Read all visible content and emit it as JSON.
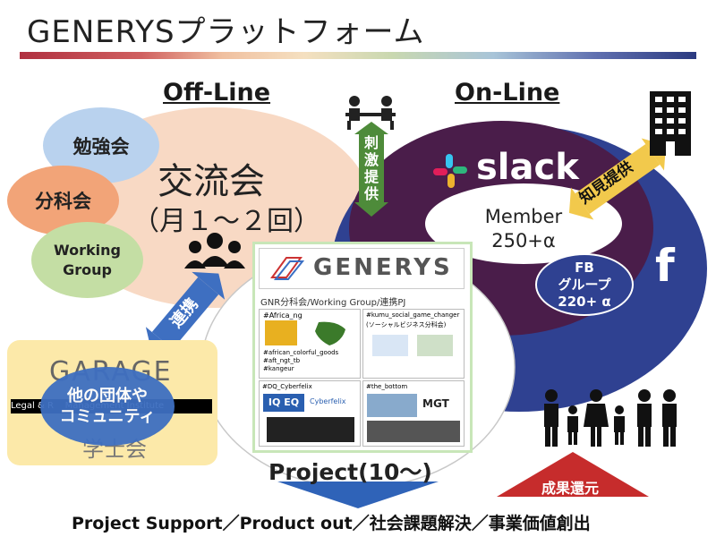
{
  "header": {
    "title": "GENERYSプラットフォーム"
  },
  "offline": {
    "heading": "Off-Line",
    "main": "交流会",
    "freq": "（月１～２回）",
    "study": "勉強会",
    "subcommittee": "分科会",
    "working_group": "Working\nGroup"
  },
  "online": {
    "heading": "On-Line",
    "slack": "slack",
    "member": "Member\n250+α",
    "fb": "FB\nグループ\n220+ α",
    "fb_letter": "f"
  },
  "arrows": {
    "stimulus": "刺\n激\n提\n供",
    "knowledge": "知見提供",
    "link": "連携",
    "result": "成果還元"
  },
  "external": {
    "garage": "GARAGE",
    "institute": "Legal & R    Management Institute",
    "gakushi": "学士会",
    "other": "他の団体や\nコミュニティ"
  },
  "card": {
    "logo": "GENERYS",
    "subtitle": "GNR分科会/Working Group/連携PJ",
    "p1_title": "#Africa_ng",
    "p1_text": "#african_colorful_goods\n#aft_ngt_tb\n#kangeur",
    "p2_title": "#kumu_social_game_changer",
    "p2_sub": "(ソーシャルビジネス分科会)",
    "p3_title": "#DQ_Cyberfelix",
    "p3_logo": "IQ EQ",
    "p3_brand": "Cyberfelix",
    "p4_title": "#the_bottom",
    "p4_logo": "MGT"
  },
  "project": {
    "label": "Project(10～)"
  },
  "footer": {
    "text": "Project Support／Product out／社会課題解決／事業価値創出"
  },
  "colors": {
    "slack_ring": "#4a1d4a",
    "fb_ring": "#2f4191",
    "offline_blob": "#f8d9c4",
    "study": "#b9d2ee",
    "subcommittee": "#f2a478",
    "working": "#c4dea4",
    "external": "#fce9a9",
    "result": "#c62c2c"
  }
}
